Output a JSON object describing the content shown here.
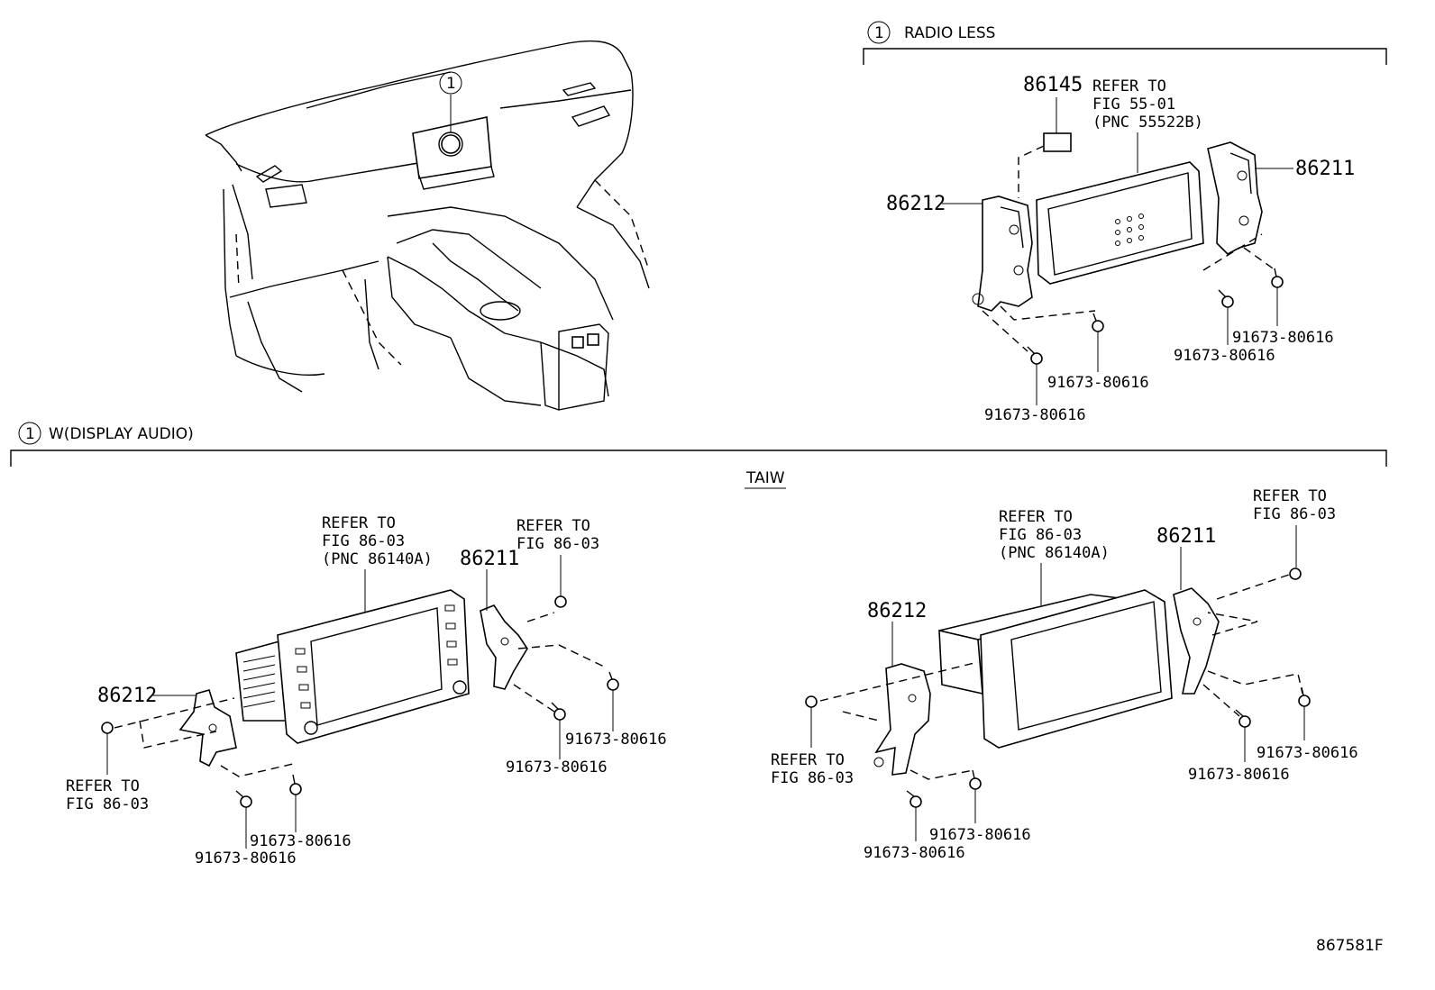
{
  "headers": {
    "radio_less": "RADIO LESS",
    "display_audio": "W(DISPLAY AUDIO)",
    "taiw": "TAIW",
    "callout_number": "1"
  },
  "radio_less": {
    "p86145": "86145",
    "refer_line1": "REFER TO",
    "refer_line2": "FIG 55-01",
    "refer_line3": "(PNC 55522B)",
    "p86212": "86212",
    "p86211": "86211",
    "screw_a": "91673-80616",
    "screw_b": "91673-80616",
    "screw_c": "91673-80616",
    "screw_d": "91673-80616"
  },
  "display_audio": {
    "refer_center_line1": "REFER TO",
    "refer_center_line2": "FIG 86-03",
    "refer_center_line3": "(PNC 86140A)",
    "refer_right_line1": "REFER TO",
    "refer_right_line2": "FIG 86-03",
    "p86211": "86211",
    "p86212": "86212",
    "refer_left_line1": "REFER TO",
    "refer_left_line2": "FIG 86-03",
    "screw_a": "91673-80616",
    "screw_b": "91673-80616",
    "screw_c": "91673-80616",
    "screw_d": "91673-80616"
  },
  "taiw": {
    "refer_center_line1": "REFER TO",
    "refer_center_line2": "FIG 86-03",
    "refer_center_line3": "(PNC 86140A)",
    "refer_right_line1": "REFER TO",
    "refer_right_line2": "FIG 86-03",
    "p86211": "86211",
    "p86212": "86212",
    "refer_left_line1": "REFER TO",
    "refer_left_line2": "FIG 86-03",
    "screw_a": "91673-80616",
    "screw_b": "91673-80616",
    "screw_c": "91673-80616",
    "screw_d": "91673-80616"
  },
  "figure_id": "867581F"
}
